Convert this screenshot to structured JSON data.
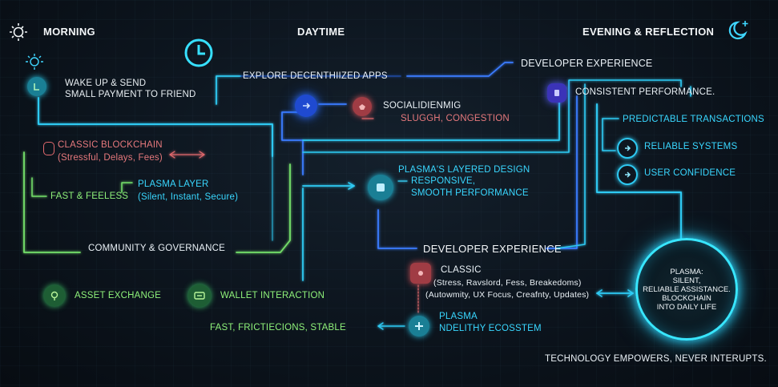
{
  "sections": {
    "morning": "MORNING",
    "daytime": "DAYTIME",
    "evening": "EVENING & REFLECTION"
  },
  "morning": {
    "wake_up": [
      "WAKE UP & SEND",
      "SMALL PAYMENT TO FRIEND"
    ],
    "classic_title": "CLASSIC BLOCKCHAIN",
    "classic_sub": "(Stressful, Delays, Fees)",
    "fast_feeless": "FAST & FEELESS",
    "plasma_layer_title": "PLASMA LAYER",
    "plasma_layer_sub": "(Silent, Instant, Secure)",
    "community": "COMMUNITY & GOVERNANCE",
    "asset_exchange": "ASSET EXCHANGE",
    "wallet_interaction": "WALLET INTERACTION",
    "fast_frictionless": "FAST, FRICTIECIONS, STABLE"
  },
  "daytime": {
    "explore": "EXPLORE DECENTHIIZED APPS",
    "social_title": "SOCIALIDIENMIG",
    "social_sub": "SLUGGH, CONGESTION",
    "layered_title": "PLASMA'S LAYERED DESIGN",
    "layered_line2": "RESPONSIVE,",
    "layered_line3": "SMOOTH PERFORMANCE",
    "dev_experience": "DEVELOPER EXPERIENCE",
    "classic_title": "CLASSIC",
    "classic_line2": "(Stress, Ravslord, Fess, Breakedoms)",
    "classic_line3": "(Autowmity, UX Focus, Creafnty, Updates)",
    "plasma_title": "PLASMA",
    "plasma_sub": "NDELITHY ECOSSTEM"
  },
  "evening": {
    "dev_experience": "DEVELOPER EXPERIENCE",
    "consistent": "CONSISTENT PERFORMANCE.",
    "predictable": "PREDICTABLE TRANSACTIONS",
    "reliable": "RELIABLE SYSTEMS",
    "confidence": "USER CONFIDENCE",
    "circle": [
      "PLASMA:",
      "SILENT,",
      "RELIABLE ASSISTANCE.",
      "BLOCKCHAIN",
      "INTO DAILY LIFE"
    ],
    "tagline": "TECHNOLOGY EMPOWERS, NEVER INTERUPTS."
  },
  "icons": {
    "sun": "sun-icon",
    "clock": "clock-icon",
    "moon": "moon-icon"
  },
  "colors": {
    "cyan": "#2fd0f5",
    "blue": "#3a7bff",
    "green": "#7be86a",
    "red": "#e0686c"
  }
}
